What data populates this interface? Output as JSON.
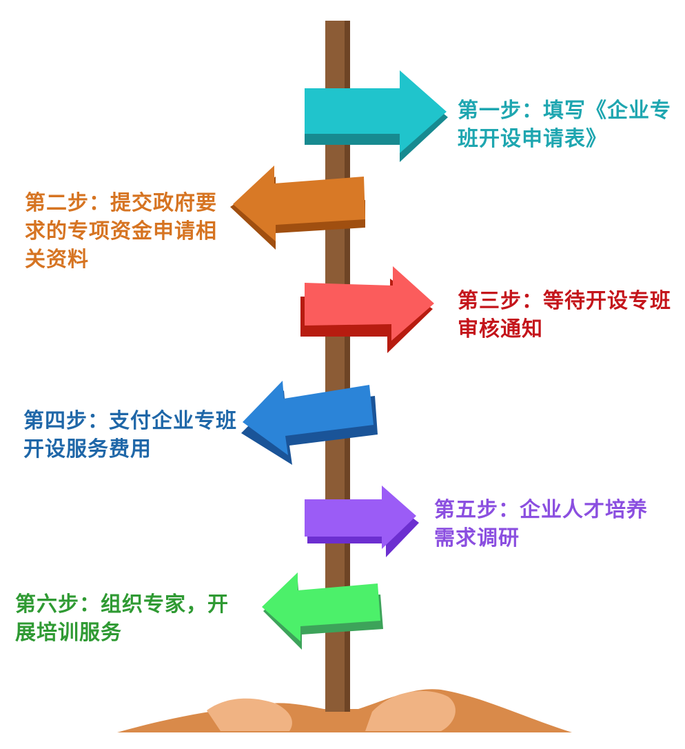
{
  "steps": [
    {
      "text": "第一步：填写《企业专班开设申请表》",
      "color": "#1ea6b0"
    },
    {
      "text": "第二步：提交政府要求的专项资金申请相关资料",
      "color": "#d67422"
    },
    {
      "text": "第三步：等待开设专班审核通知",
      "color": "#c4151b"
    },
    {
      "text": "第四步：支付企业专班开设服务费用",
      "color": "#1f67a8"
    },
    {
      "text": "第五步：企业人才培养需求调研",
      "color": "#8b4fe0"
    },
    {
      "text": "第六步：组织专家，开展培训服务",
      "color": "#2f9a33"
    }
  ],
  "arrows": [
    {
      "direction": "right",
      "face": "#20c4cc",
      "side": "#178a90"
    },
    {
      "direction": "left",
      "face": "#d87926",
      "side": "#a04f10"
    },
    {
      "direction": "right",
      "face": "#fb5c5c",
      "side": "#b71c10"
    },
    {
      "direction": "left",
      "face": "#2b84d8",
      "side": "#1a5498"
    },
    {
      "direction": "right",
      "face": "#9b5cf6",
      "side": "#6c2fd0"
    },
    {
      "direction": "left",
      "face": "#4cf06a",
      "side": "#3da35a"
    }
  ],
  "pole": {
    "color": "#8c5c36",
    "dark": "#6e4425"
  },
  "ground": {
    "color": "#d98a4a",
    "light": "#f0b383"
  }
}
